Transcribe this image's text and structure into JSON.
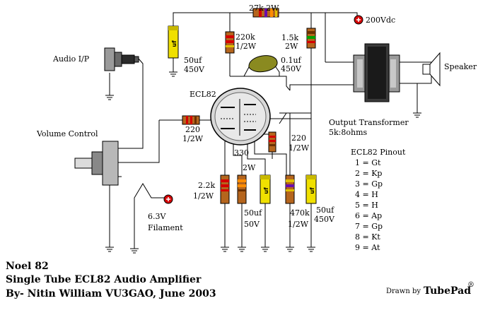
{
  "resistors": {
    "r27k": "27k  2W",
    "r220k_a": "220k",
    "r220k_b": "1/2W",
    "r1_5k_a": "1.5k",
    "r1_5k_b": "2W",
    "r220_in_a": "220",
    "r220_in_b": "1/2W",
    "r220_right_a": "220",
    "r220_right_b": "1/2W",
    "r330_a": "330",
    "r330_b": "2W",
    "r2_2k_a": "2.2k",
    "r2_2k_b": "1/2W",
    "r470k_a": "470k",
    "r470k_b": "1/2W"
  },
  "capacitors": {
    "c50_top_a": "50uf",
    "c50_top_b": "450V",
    "c0_1_a": "0.1uf",
    "c0_1_b": "450V",
    "c50_bot_a": "50uf",
    "c50_bot_b": "50V",
    "c50_right_a": "50uf",
    "c50_right_b": "450V",
    "cap_mark": "uf"
  },
  "labels": {
    "supply": "200Vdc",
    "audio_in": "Audio I/P",
    "volume": "Volume Control",
    "tube": "ECL82",
    "speaker": "Speaker",
    "ot_a": "Output Transformer",
    "ot_b": "5k:8ohms",
    "filament_a": "6.3V",
    "filament_b": "Filament"
  },
  "pinout": {
    "title": "ECL82 Pinout",
    "pins": [
      "1 = Gt",
      "2 = Kp",
      "3 = Gp",
      "4 = H",
      "5 = H",
      "6 = Ap",
      "7 = Gp",
      "8 = Kt",
      "9 = At"
    ]
  },
  "footer": {
    "line1": "Noel 82",
    "line2": "Single Tube ECL82 Audio Amplifier",
    "line3": "By- Nitin William VU3GAO, June 2003",
    "drawn_by": "Drawn by",
    "brand": "TubePad",
    "reg": "®"
  }
}
